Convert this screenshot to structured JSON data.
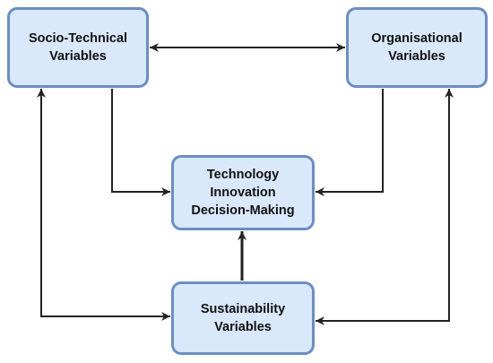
{
  "diagram": {
    "nodes": {
      "socio_technical": "Socio-Technical\nVariables",
      "organisational": "Organisational\nVariables",
      "technology_innovation": "Technology\nInnovation\nDecision-Making",
      "sustainability": "Sustainability\nVariables"
    },
    "edges": [
      {
        "from": "socio_technical",
        "to": "organisational",
        "bidirectional": true
      },
      {
        "from": "socio_technical",
        "to": "technology_innovation",
        "bidirectional": false
      },
      {
        "from": "organisational",
        "to": "technology_innovation",
        "bidirectional": false
      },
      {
        "from": "sustainability",
        "to": "technology_innovation",
        "bidirectional": false
      },
      {
        "from": "sustainability",
        "to": "socio_technical",
        "bidirectional": true
      },
      {
        "from": "sustainability",
        "to": "organisational",
        "bidirectional": true
      }
    ],
    "colors": {
      "node_fill": "#dae8fc",
      "node_border": "#6c8ebf",
      "edge": "#222222"
    }
  }
}
